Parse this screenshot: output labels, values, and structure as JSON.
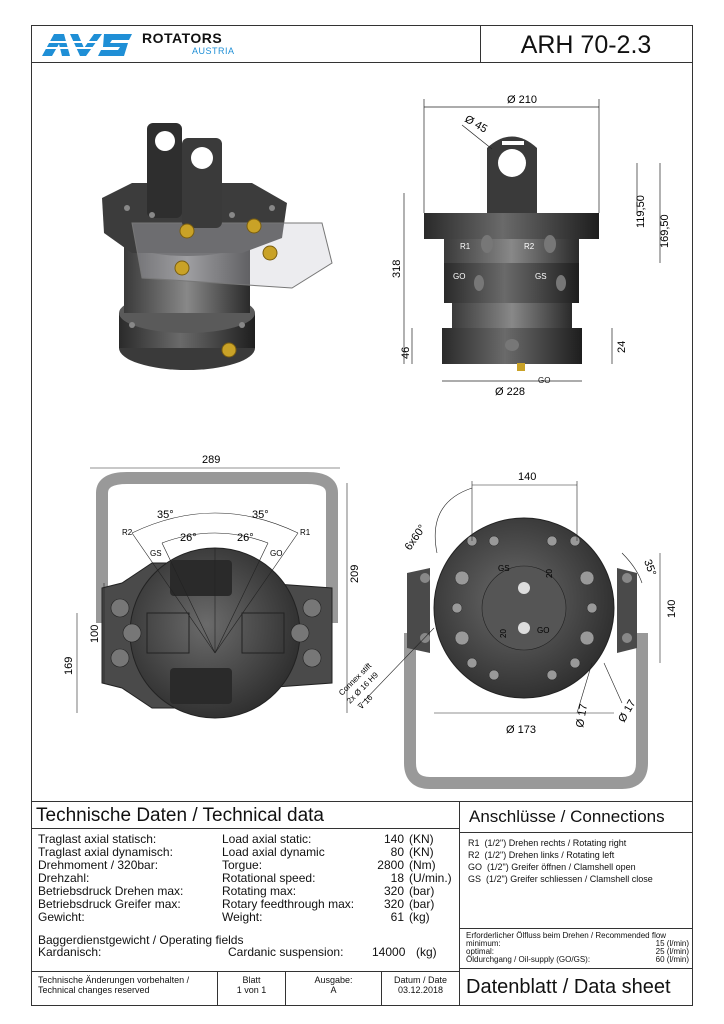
{
  "header": {
    "brand_logo": "AVS",
    "brand_name": "ROTATORS",
    "brand_sub": "AUSTRIA",
    "model": "ARH 70-2.3"
  },
  "drawing": {
    "side": {
      "d210": "Ø 210",
      "d45": "Ø 45",
      "h318": "318",
      "h119": "119,50",
      "h169": "169,50",
      "h46": "46",
      "h24": "24",
      "d228": "Ø 228",
      "r1": "R1",
      "r2": "R2",
      "go": "GO",
      "gs": "GS",
      "go2": "GO"
    },
    "top": {
      "w289": "289",
      "a35l": "35°",
      "a35r": "35°",
      "a26l": "26°",
      "a26r": "26°",
      "r2": "R2",
      "r1": "R1",
      "gs": "GS",
      "go": "GO",
      "h209": "209",
      "h169": "169",
      "h100": "100"
    },
    "bottom": {
      "w140": "140",
      "h140": "140",
      "a6x60": "6x60°",
      "a35": "35°",
      "gs": "GS",
      "go": "GO",
      "d20a": "20",
      "d20b": "20",
      "d173": "Ø 173",
      "d17a": "Ø 17",
      "d17b": "Ø 17",
      "connex1": "Connex stift",
      "connex2": "2x Ø 16 H9",
      "connex3": "⊽ 16"
    }
  },
  "technical": {
    "title": "Technische Daten / Technical data",
    "rows": [
      {
        "de": "Traglast axial statisch:",
        "en": "Load axial static:",
        "val": "140",
        "unit": "(KN)"
      },
      {
        "de": "Traglast axial dynamisch:",
        "en": "Load axial dynamic",
        "val": "80",
        "unit": "(KN)"
      },
      {
        "de": "Drehmoment / 320bar:",
        "en": "Torgue:",
        "val": "2800",
        "unit": "(Nm)"
      },
      {
        "de": "Drehzahl:",
        "en": "Rotational speed:",
        "val": "18",
        "unit": "(U/min.)"
      },
      {
        "de": "Betriebsdruck Drehen max:",
        "en": "Rotating max:",
        "val": "320",
        "unit": "(bar)"
      },
      {
        "de": "Betriebsdruck Greifer  max:",
        "en": "Rotary feedthrough max:",
        "val": "320",
        "unit": "(bar)"
      },
      {
        "de": "Gewicht:",
        "en": "Weight:",
        "val": "61",
        "unit": "(kg)"
      }
    ],
    "ops_label": "Baggerdienstgewicht / Operating fields",
    "kard_de": "Kardanisch:",
    "kard_en": "Cardanic suspension:",
    "kard_val": "14000",
    "kard_unit": "(kg)"
  },
  "connections": {
    "title": "Anschlüsse / Connections",
    "items": [
      {
        "code": "R1",
        "text": "(1/2\") Drehen rechts / Rotating right"
      },
      {
        "code": "R2",
        "text": "(1/2\") Drehen links / Rotating left"
      },
      {
        "code": "GO",
        "text": "(1/2\") Greifer öffnen / Clamshell open"
      },
      {
        "code": "GS",
        "text": "(1/2\") Greifer schliessen / Clamshell close"
      }
    ],
    "flow_title": "Erforderlicher Ölfluss beim Drehen / Recommended flow",
    "flow": [
      {
        "label": "minimum:",
        "value": "15 (l/min)"
      },
      {
        "label": "optimal:",
        "value": "25 (l/min)"
      },
      {
        "label": "Öldurchgang / Oil-supply (GO/GS):",
        "value": "60 (l/min)"
      }
    ]
  },
  "footer": {
    "note_de": "Technische Änderungen vorbehalten /",
    "note_en": "Technical changes reserved",
    "blatt_label": "Blatt",
    "blatt_value": "1 von 1",
    "ausgabe_label": "Ausgabe:",
    "ausgabe_value": "A",
    "datum_label": "Datum / Date",
    "datum_value": "03.12.2018",
    "sheet_title": "Datenblatt / Data sheet"
  }
}
